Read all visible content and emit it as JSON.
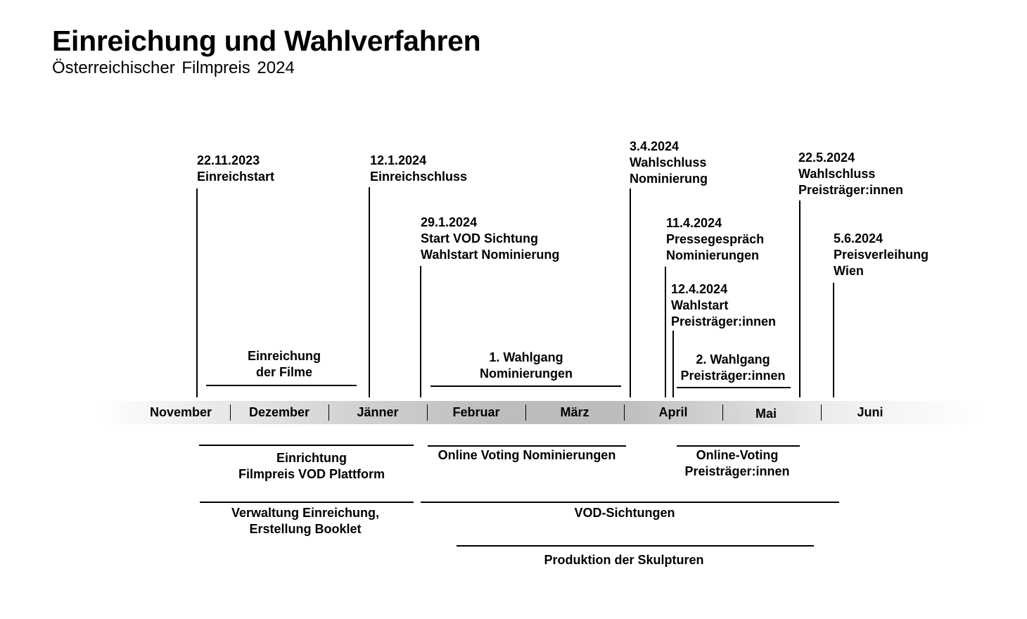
{
  "header": {
    "title": "Einreichung und Wahlverfahren",
    "subtitle": "Österreichischer Filmpreis 2024"
  },
  "timeline": {
    "band_color_center": "#bdbdbd",
    "months": [
      {
        "label": "November"
      },
      {
        "label": "Dezember"
      },
      {
        "label": "Jänner"
      },
      {
        "label": "Februar"
      },
      {
        "label": "März"
      },
      {
        "label": "April"
      },
      {
        "label": "Mai"
      },
      {
        "label": "Juni"
      }
    ]
  },
  "milestones": [
    {
      "date": "22.11.2023",
      "line1": "Einreichstart"
    },
    {
      "date": "12.1.2024",
      "line1": "Einreichschluss"
    },
    {
      "date": "29.1.2024",
      "line1": "Start VOD Sichtung",
      "line2": "Wahlstart Nominierung"
    },
    {
      "date": "3.4.2024",
      "line1": "Wahlschluss",
      "line2": "Nominierung"
    },
    {
      "date": "11.4.2024",
      "line1": "Pressegespräch",
      "line2": "Nominierungen"
    },
    {
      "date": "12.4.2024",
      "line1": "Wahlstart",
      "line2": "Preisträger:innen"
    },
    {
      "date": "22.5.2024",
      "line1": "Wahlschluss",
      "line2": "Preisträger:innen"
    },
    {
      "date": "5.6.2024",
      "line1": "Preisverleihung",
      "line2": "Wien"
    }
  ],
  "phases_above": [
    {
      "line1": "Einreichung",
      "line2": "der Filme"
    },
    {
      "line1": "1. Wahlgang",
      "line2": "Nominierungen"
    },
    {
      "line1": "2. Wahlgang",
      "line2": "Preisträger:innen"
    }
  ],
  "phases_below": [
    {
      "line1": "Einrichtung",
      "line2": "Filmpreis VOD Plattform"
    },
    {
      "line1": "Online Voting Nominierungen"
    },
    {
      "line1": "Online-Voting",
      "line2": "Preisträger:innen"
    },
    {
      "line1": "Verwaltung Einreichung,",
      "line2": "Erstellung Booklet"
    },
    {
      "line1": "VOD-Sichtungen"
    },
    {
      "line1": "Produktion der Skulpturen"
    }
  ]
}
